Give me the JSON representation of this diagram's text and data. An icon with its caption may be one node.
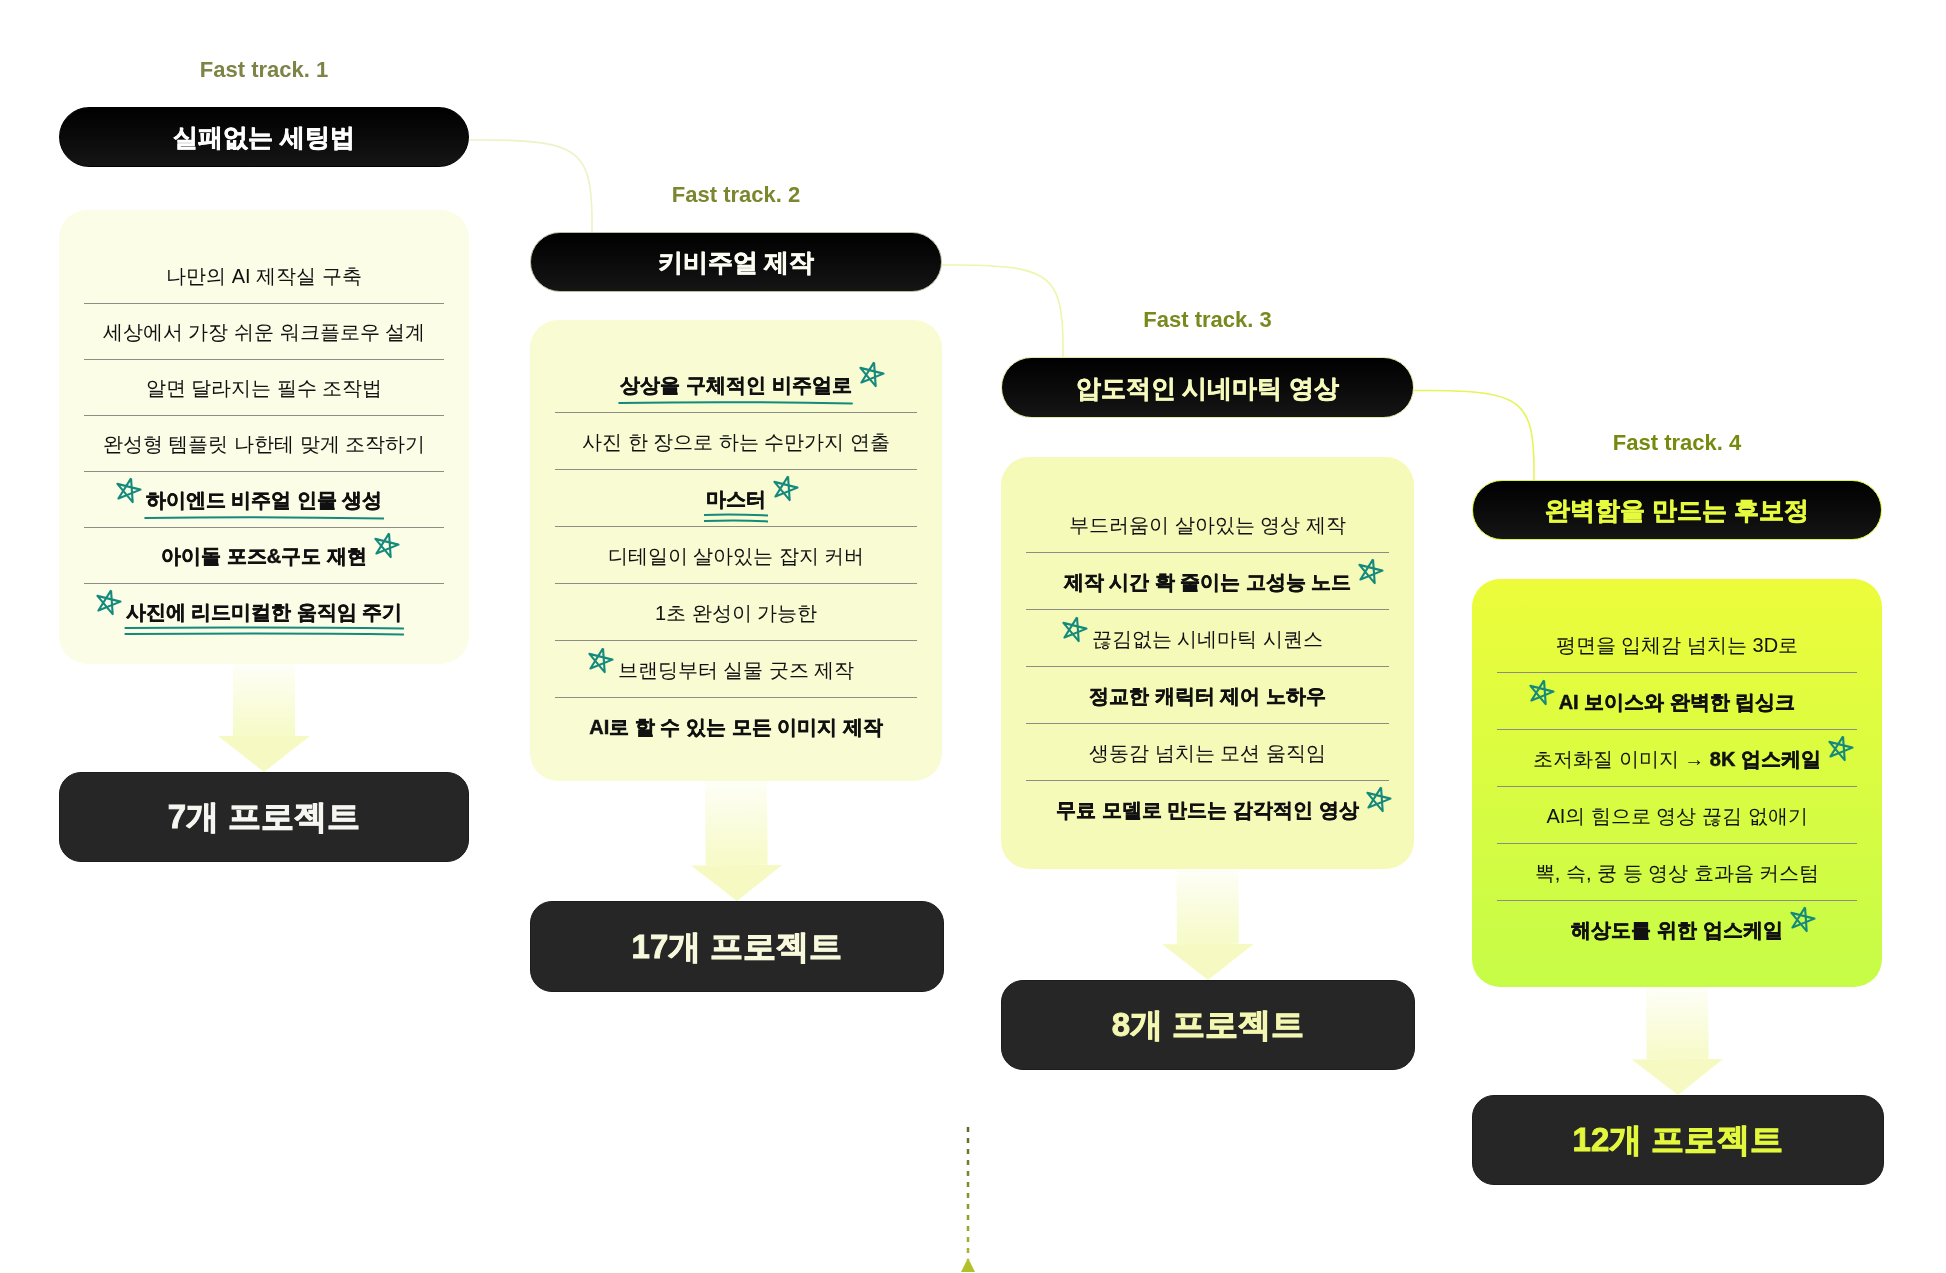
{
  "diagram": {
    "nodes": [
      {
        "text": [
          "실패없는 세팅법"
        ],
        "beside": [
          "Fast track. 1"
        ]
      },
      {
        "text": [
          "나만의 AI 제작실 구축",
          "세상에서 가장 쉬운 워크플로우 설계",
          "알면 달라지는 필수 조작법",
          "완성형 템플릿 나한테 맞게 조작하기",
          "하이엔드 비주얼 인물 생성",
          "아이돌 포즈&구도 재현",
          "사진에 리드미컬한 움직임 주기"
        ]
      },
      {
        "text": [
          "7개 프로젝트"
        ]
      },
      {
        "text": [
          "키비주얼 제작"
        ],
        "beside": [
          "Fast track. 2"
        ]
      },
      {
        "text": [
          "상상을 구체적인 비주얼로",
          "사진 한 장으로 하는 수만가지 연출",
          "마스터",
          "디테일이 살아있는 잡지 커버",
          "1초 완성이 가능한",
          "브랜딩부터 실물 굿즈 제작",
          "AI로 할 수 있는 모든 이미지 제작"
        ]
      },
      {
        "text": [
          "17개 프로젝트"
        ]
      },
      {
        "text": [
          "압도적인 시네마틱 영상"
        ],
        "beside": [
          "Fast track. 3"
        ]
      },
      {
        "text": [
          "부드러움이 살아있는 영상 제작",
          "제작 시간 확 줄이는 고성능 노드",
          "끊김없는 시네마틱 시퀀스",
          "정교한 캐릭터 제어 노하우",
          "생동감 넘치는 모션 움직임",
          "무료 모델로 만드는 감각적인 영상"
        ]
      },
      {
        "text": [
          "8개 프로젝트"
        ]
      },
      {
        "text": [
          "완벽함을 만드는 후보정"
        ],
        "beside": [
          "Fast track. 4"
        ]
      },
      {
        "text": [
          "평면을 입체감 넘치는 3D로",
          "AI 보이스와 완벽한 립싱크",
          "초저화질 이미지 → **8K 업스케일**",
          "AI의 힘으로 영상 끊김 없애기",
          "뽁, 슥, 쿵 등 영상 효과음 커스텀",
          "해상도를 위한 업스케일"
        ]
      },
      {
        "text": [
          "12개 프로젝트"
        ]
      }
    ],
    "edges": [
      {
        "from": 0,
        "to": 3,
        "arrow": "none",
        "color": "#eef2c4"
      },
      {
        "from": 3,
        "to": 6,
        "arrow": "none",
        "color": "#eef5ac"
      },
      {
        "from": 6,
        "to": 9,
        "arrow": "none",
        "color": "#e4f55a"
      },
      {
        "from": 1,
        "to": 2,
        "arrow": "to",
        "style": "thick"
      },
      {
        "from": 4,
        "to": 5,
        "arrow": "to",
        "style": "thick"
      },
      {
        "from": 7,
        "to": 8,
        "arrow": "to",
        "style": "thick"
      },
      {
        "from": 10,
        "to": 11,
        "arrow": "to",
        "style": "thick"
      }
    ]
  }
}
